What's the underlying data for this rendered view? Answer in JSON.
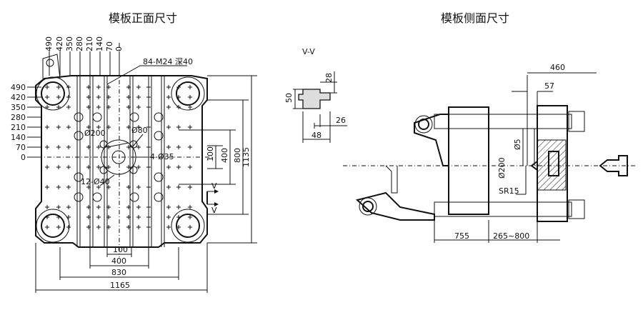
{
  "titles": {
    "front": "模板正面尺寸",
    "side": "模板侧面尺寸"
  },
  "front": {
    "top_ticks": [
      "490",
      "420",
      "350",
      "280",
      "210",
      "140",
      "70",
      "0"
    ],
    "left_ticks": [
      "490",
      "420",
      "350",
      "280",
      "210",
      "140",
      "70",
      "0"
    ],
    "thread_note": "84-M24 深40",
    "dia200": "Ø200",
    "dia80": "Ø80",
    "holes4": "4-Ø35",
    "holes12": "12-Ø40",
    "dim100v": "100",
    "dim400v": "400",
    "dim800v": "800",
    "dim1135": "1135",
    "dim100h": "100",
    "dim400h": "400",
    "dim830": "830",
    "dim1165": "1165",
    "section_mark": "V"
  },
  "vv": {
    "title": "V-V",
    "d28": "28",
    "d50": "50",
    "d26": "26",
    "d48": "48"
  },
  "side": {
    "d460": "460",
    "d57": "57",
    "d5": "Ø5",
    "d200": "Ø200",
    "sr15": "SR15",
    "d755": "755",
    "d265": "265~800"
  }
}
